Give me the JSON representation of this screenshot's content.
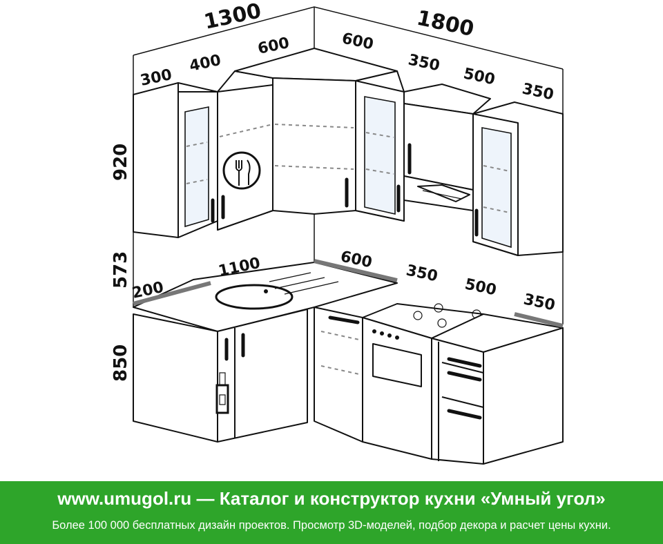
{
  "dimensions": {
    "top_left_width": "1300",
    "top_right_width": "1800",
    "upper_left_300": "300",
    "upper_left_400": "400",
    "upper_corner_600_left": "600",
    "upper_corner_600_right": "600",
    "upper_right_350_a": "350",
    "upper_right_500": "500",
    "upper_right_350_b": "350",
    "height_upper": "920",
    "height_gap": "573",
    "height_base": "850",
    "base_200": "200",
    "base_1100": "1100",
    "base_600": "600",
    "base_350_a": "350",
    "base_500": "500",
    "base_350_b": "350"
  },
  "footer": {
    "title": "www.umugol.ru  —  Каталог и конструктор кухни «Умный угол»",
    "subtitle": "Более 100 000 бесплатных дизайн проектов. Просмотр 3D-моделей, подбор декора и расчет цены кухни."
  },
  "colors": {
    "footer_background": "#2ea52a",
    "footer_text": "#ffffff",
    "line": "#111111",
    "glass": "#eef4fb"
  },
  "icons": {
    "dining": "fork-knife-plate-icon",
    "bottle": "bottle-icon",
    "hood": "range-hood",
    "hob": "gas-hob-burners",
    "sink": "oval-sink"
  }
}
